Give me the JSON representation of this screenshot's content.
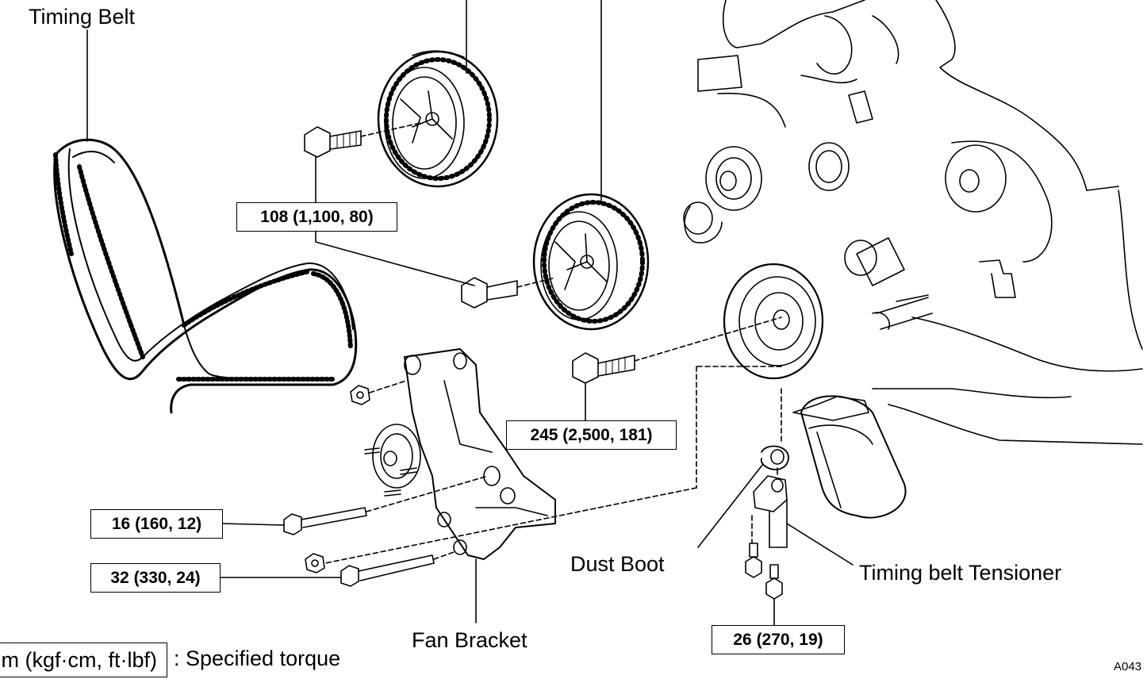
{
  "labels": {
    "timing_belt": "Timing Belt",
    "dust_boot": "Dust Boot",
    "tensioner": "Timing belt Tensioner",
    "fan_bracket": "Fan Bracket"
  },
  "torques": {
    "cam_bolt_upper": "108 (1,100, 80)",
    "crank_bolt": "245 (2,500, 181)",
    "bracket_bolt_16": "16 (160, 12)",
    "bracket_bolt_32": "32 (330, 24)",
    "tensioner_bolt": "26 (270, 19)"
  },
  "legend": {
    "unit_box": "N·m (kgf·cm, ft·lbf)",
    "meaning": ": Specified torque"
  },
  "figure_code": "A043"
}
